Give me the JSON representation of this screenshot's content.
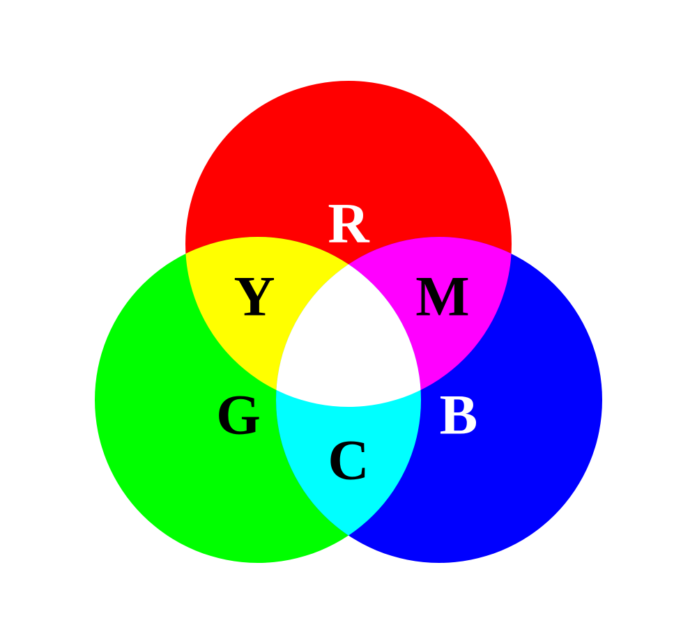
{
  "diagram": {
    "type": "additive-color-venn",
    "background": "#ffffff",
    "circles": [
      {
        "name": "red",
        "color": "#ff0000"
      },
      {
        "name": "green",
        "color": "#00ff00"
      },
      {
        "name": "blue",
        "color": "#0000ff"
      }
    ],
    "overlaps": {
      "yellow": "#ffff00",
      "magenta": "#ff00ff",
      "cyan": "#00ffff",
      "white": "#ffffff"
    },
    "labels": {
      "red": {
        "text": "R",
        "color": "#ffffff"
      },
      "green": {
        "text": "G",
        "color": "#000000"
      },
      "blue": {
        "text": "B",
        "color": "#ffffff"
      },
      "yellow": {
        "text": "Y",
        "color": "#000000"
      },
      "magenta": {
        "text": "M",
        "color": "#000000"
      },
      "cyan": {
        "text": "C",
        "color": "#000000"
      }
    }
  }
}
